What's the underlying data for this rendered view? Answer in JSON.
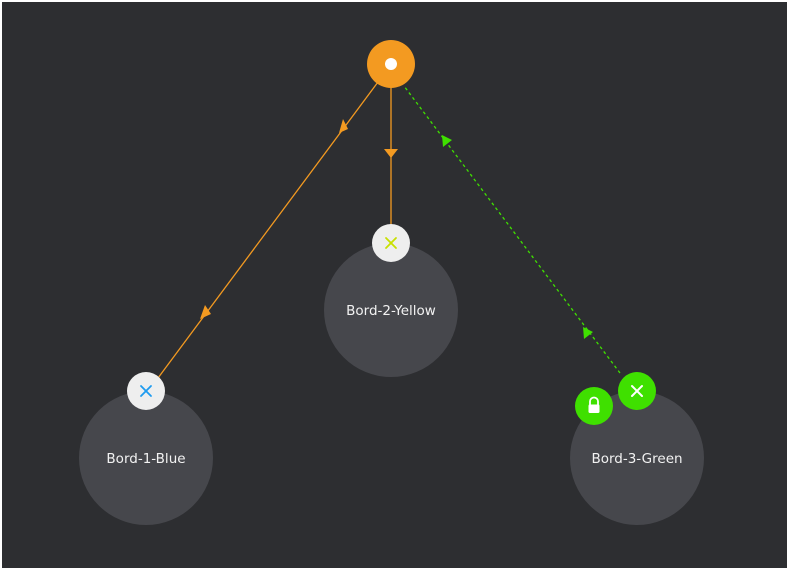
{
  "colors": {
    "background": "#2d2e31",
    "source": "#f39a21",
    "node_fill": "#46474c",
    "badge_fill": "#eeeeee",
    "blue": "#1e9bf0",
    "yellow": "#c8e000",
    "green": "#3fe000",
    "source_edge": "#f39a21",
    "green_edge": "#3fe000"
  },
  "source": {
    "icon": "dot-icon"
  },
  "nodes": [
    {
      "id": "bord-1",
      "label": "Bord-1-Blue",
      "accent": "blue",
      "badge_icon": "close-x-icon",
      "locked": false
    },
    {
      "id": "bord-2",
      "label": "Bord-2-Yellow",
      "accent": "yellow",
      "badge_icon": "close-x-icon",
      "locked": false
    },
    {
      "id": "bord-3",
      "label": "Bord-3-Green",
      "accent": "green",
      "badge_icon": "close-x-icon",
      "locked": true,
      "lock_icon": "lock-icon"
    }
  ],
  "edges": [
    {
      "from": "source",
      "to": "bord-1",
      "style": "solid",
      "color": "source_edge",
      "direction": "to-node"
    },
    {
      "from": "source",
      "to": "bord-2",
      "style": "solid",
      "color": "source_edge",
      "direction": "to-node"
    },
    {
      "from": "bord-3",
      "to": "source",
      "style": "dashed",
      "color": "green_edge",
      "direction": "to-source"
    }
  ]
}
